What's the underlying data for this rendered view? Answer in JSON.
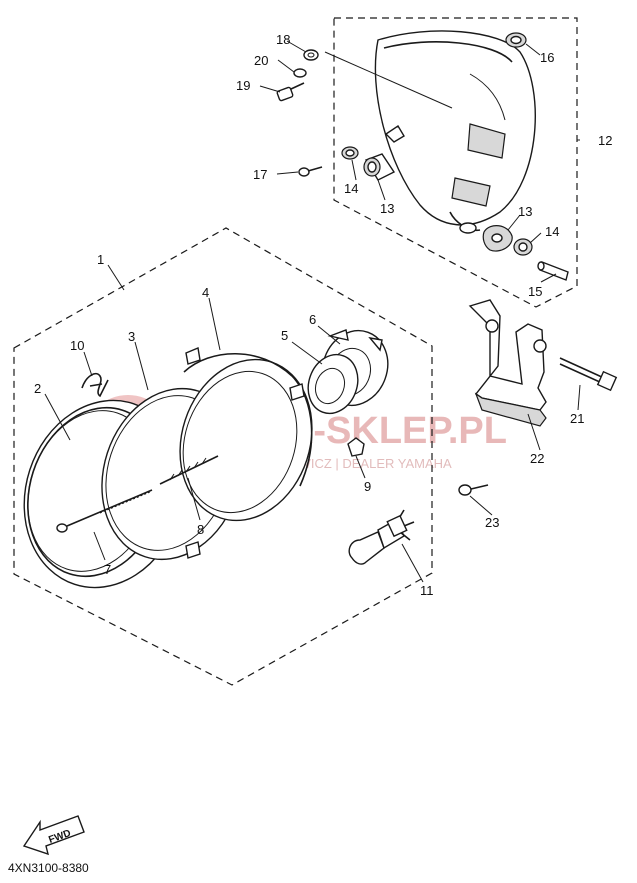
{
  "watermark": {
    "brand": "YAMA-SKLEP.PL",
    "subtitle": "CIECHOWICZ | DEALER YAMAHA",
    "color": "#e8a8a8"
  },
  "footer": {
    "diagram_code": "4XN3100-8380",
    "direction_label": "FWD"
  },
  "callouts": {
    "c1": "1",
    "c2": "2",
    "c3": "3",
    "c4": "4",
    "c5": "5",
    "c6": "6",
    "c7": "7",
    "c8": "8",
    "c9": "9",
    "c10": "10",
    "c11": "11",
    "c12": "12",
    "c13a": "13",
    "c13b": "13",
    "c14a": "14",
    "c14b": "14",
    "c15": "15",
    "c16": "16",
    "c17": "17",
    "c18": "18",
    "c19": "19",
    "c20": "20",
    "c21": "21",
    "c22": "22",
    "c23": "23"
  }
}
